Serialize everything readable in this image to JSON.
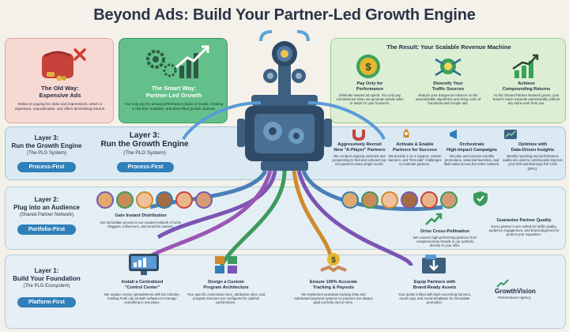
{
  "title": "Beyond Ads: Build Your Partner-Led Growth Engine",
  "old_way": {
    "title": "The Old Way:\nExpensive Ads",
    "text": "Relies on paying for clicks and impressions, which is expensive, unpredictable, and offers diminishing returns."
  },
  "smart_way": {
    "title": "The Smart Way:\nPartner-Led Growth",
    "text": "You only pay for actual performance (sales or leads), creating a risk-free, scalable, and diversified growth channel."
  },
  "result": {
    "title": "The Result: Your Scalable Revenue Machine",
    "items": [
      {
        "title": "Pay Only for\nPerformance",
        "text": "Eliminate wasted ad spend. You only pay commissions when we generate actual sales or leads for your business."
      },
      {
        "title": "Diversify Your\nTraffic Sources",
        "text": "Reduce your dangerous reliance on the unpredictable algorithms and rising costs of Facebook and Google ads."
      },
      {
        "title": "Achieve\nCompounding Returns",
        "text": "As the Shared Partner Network grows, your brand's reach expands automatically without any extra work from you."
      }
    ]
  },
  "layer3": {
    "title": "Layer 3:\nRun the Growth Engine",
    "subtitle": "(The PLG System)",
    "pill": "Process-First",
    "title_center": "Layer 3:\nRun the Growth Engine",
    "subtitle_center": "(The PLG System)",
    "pill_center": "Process-First",
    "items": [
      {
        "title": "Aggressively Recruit\nNew \"A-Player\" Partners",
        "text": "We conduct ongoing outreach and prospecting to find and onboard top-tier partners every single month."
      },
      {
        "title": "Activate & Enable\nPartners for Success",
        "text": "We provide 1-on-1 support, custom banners, and \"first-sale\" challenges to motivate partners."
      },
      {
        "title": "Orchestrate\nHigh-Impact Campaigns",
        "text": "We plan and execute monthly promotions, seasonal launches, and flash sales across the entire network."
      },
      {
        "title": "Optimize with\nData-Driven Insights",
        "text": "Weekly reporting and performance audits are used to continuously improve your ROI and Earnings Per Click (EPC)."
      }
    ]
  },
  "layer2": {
    "title": "Layer 2:\nPlug into an Audience",
    "subtitle": "(Shared Partner Network)",
    "pill": "Portfolio-First",
    "items": [
      {
        "title": "Gain Instant Distribution",
        "text": "Get immediate access to our curated network of niche bloggers, influencers, and email list owners."
      },
      {
        "title": "Drive Cross-Pollination",
        "text": "We connect high-performing partners from complementary brands in our portfolio directly to your offer."
      },
      {
        "title": "Guarantee Partner Quality",
        "text": "Every partner is pre-vetted for traffic quality, audience engagement, and brand alignment to protect your reputation."
      }
    ]
  },
  "layer1": {
    "title": "Layer 1:\nBuild Your Foundation",
    "subtitle": "(The PLG Ecosystem)",
    "pill": "Platform-First",
    "items": [
      {
        "title": "Install a Centralized\n\"Control Center\"",
        "text": "We replace messy spreadsheets with the industry-leading Push Lap Growth software to manage everything in one place."
      },
      {
        "title": "Design a Custom\nProgram Architecture",
        "text": "Your specific commission tiers, attribution rules, and program structure are configured for optimal performance."
      },
      {
        "title": "Ensure 100% Accurate\nTracking & Payouts",
        "text": "We implement seamless tracking links and automated payment systems so partners are always paid correctly and on time."
      },
      {
        "title": "Equip Partners with\nBrand-Ready Assets",
        "text": "Your portal is filled with high-converting banners, email copy, and social templates for immediate promotion."
      }
    ]
  },
  "logo": {
    "name": "GrowthVision",
    "tagline": "Performance Agency"
  },
  "colors": {
    "pill": "#2f7fb9",
    "smart": "#63c08a",
    "old": "#f7d9d4",
    "result": "#dcefd5",
    "machine": "#2f4a66"
  }
}
